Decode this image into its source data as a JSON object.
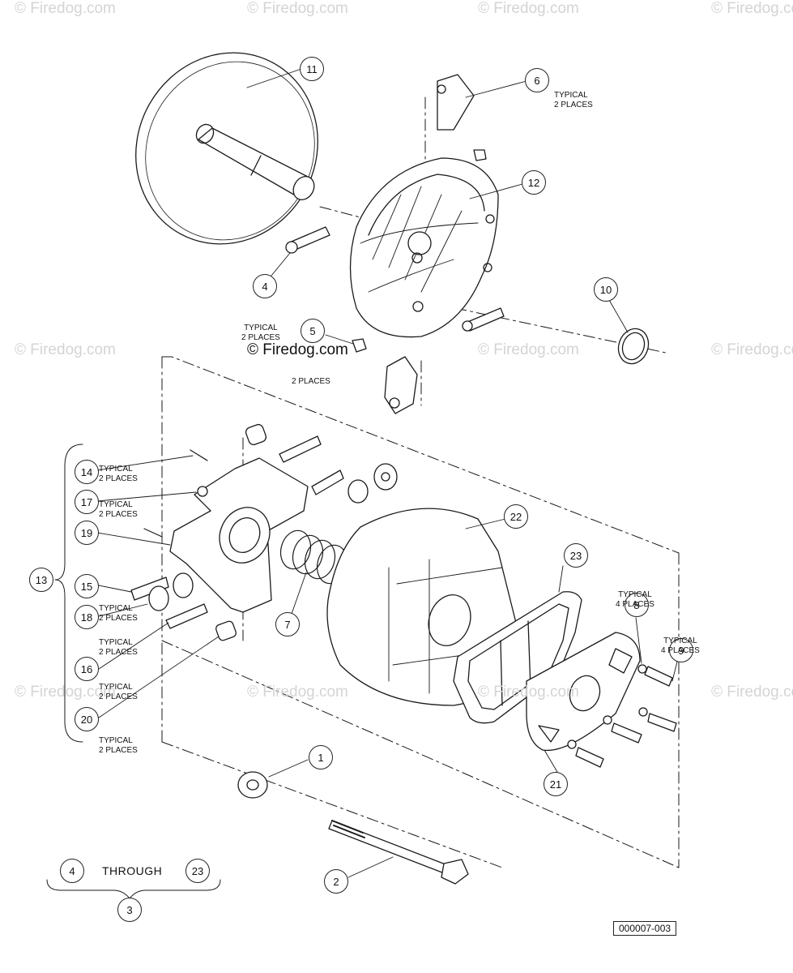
{
  "watermark": "© Firedog.com",
  "callouts": {
    "c1": "1",
    "c2": "2",
    "c3": "3",
    "c4": "4",
    "c5": "5",
    "c6": "6",
    "c7": "7",
    "c8": "8",
    "c9": "9",
    "c10": "10",
    "c11": "11",
    "c12": "12",
    "c13": "13",
    "c14": "14",
    "c15": "15",
    "c16": "16",
    "c17": "17",
    "c18": "18",
    "c19": "19",
    "c20": "20",
    "c21": "21",
    "c22": "22",
    "c23": "23",
    "legend_from": "4",
    "legend_to": "23",
    "legend_parent": "3"
  },
  "notes": {
    "typical_2_line1": "TYPICAL",
    "typical_2_line2": "2 PLACES",
    "typical_4_line1": "TYPICAL",
    "typical_4_line2": "4 PLACES"
  },
  "through_label": "THROUGH",
  "drawing_number": "000007-003"
}
